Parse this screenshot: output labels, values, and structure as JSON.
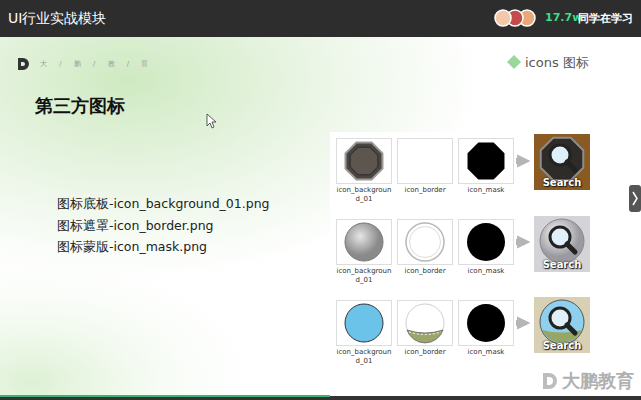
{
  "diagram": {
    "title": "第三方图标",
    "nodes": [
      {
        "text": [
          "icon_background_01"
        ]
      },
      {
        "text": [
          "icon_border"
        ]
      },
      {
        "text": [
          "icon_mask"
        ]
      },
      {
        "text": [
          "Search"
        ]
      },
      {
        "text": [
          "icon_background_01"
        ]
      },
      {
        "text": [
          "icon_border"
        ]
      },
      {
        "text": [
          "icon_mask"
        ]
      },
      {
        "text": [
          "Search"
        ]
      },
      {
        "text": [
          "icon_background_01"
        ]
      },
      {
        "text": [
          "icon_border"
        ]
      },
      {
        "text": [
          "icon_mask"
        ]
      },
      {
        "text": [
          "Search"
        ]
      }
    ],
    "edges": [
      {
        "from": 2,
        "to": 3,
        "arrow": "to"
      },
      {
        "from": 6,
        "to": 7,
        "arrow": "to"
      },
      {
        "from": 10,
        "to": 11,
        "arrow": "to"
      }
    ],
    "labels": [
      "UI行业实战模块",
      "17.7w",
      "同学在学习",
      "大 / 鹏 / 教 / 育",
      "icons 图标",
      "图标底板-icon_background_01.png",
      "图标遮罩-icon_border.png",
      "图标蒙版-icon_mask.png",
      "大鹏教育"
    ]
  }
}
